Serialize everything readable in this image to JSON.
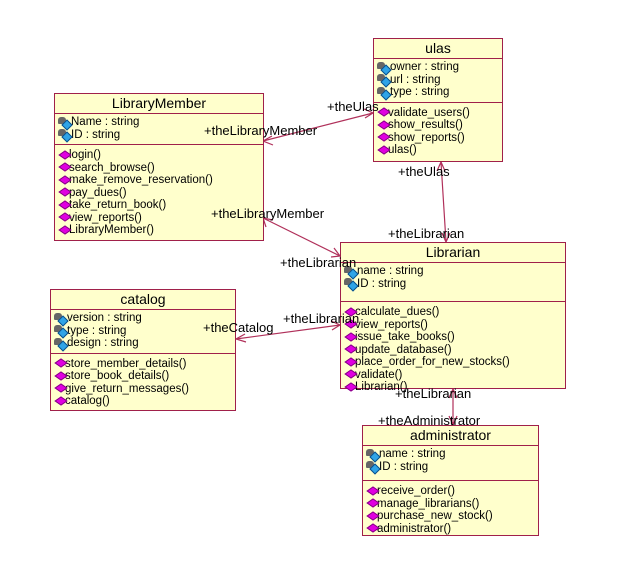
{
  "diagram": {
    "type": "UML class diagram",
    "colors": {
      "class_fill": "#ffffcc",
      "border": "#a0204a",
      "association_line": "#b0305a",
      "operation_icon": "#e000e0",
      "attribute_icon": "#2fa4e7"
    },
    "classes": {
      "ulas": {
        "name": "ulas",
        "attributes": [
          "owner : string",
          "url : string",
          "type : string"
        ],
        "operations": [
          "validate_users()",
          "show_results()",
          "show_reports()",
          "ulas()"
        ]
      },
      "library_member": {
        "name": "LibraryMember",
        "attributes": [
          "Name : string",
          "ID : string"
        ],
        "operations": [
          "login()",
          "search_browse()",
          "make_remove_reservation()",
          "pay_dues()",
          "take_return_book()",
          "view_reports()",
          "LibraryMember()"
        ]
      },
      "librarian": {
        "name": "Librarian",
        "attributes": [
          "name : string",
          "ID : string"
        ],
        "operations": [
          "calculate_dues()",
          "view_reports()",
          "issue_take_books()",
          "update_database()",
          "place_order_for_new_stocks()",
          "validate()",
          "Librarian()"
        ]
      },
      "catalog": {
        "name": "catalog",
        "attributes": [
          "version : string",
          "type : string",
          "design : string"
        ],
        "operations": [
          "store_member_details()",
          "store_book_details()",
          "give_return_messages()",
          "catalog()"
        ]
      },
      "administrator": {
        "name": "administrator",
        "attributes": [
          "name : string",
          "ID : string"
        ],
        "operations": [
          "receive_order()",
          "manage_librarians()",
          "purchase_new_stock()",
          "administrator()"
        ]
      }
    },
    "associations": [
      {
        "from": "LibraryMember",
        "to": "ulas",
        "role_from": "+theLibraryMember",
        "role_to": "+theUlas"
      },
      {
        "from": "ulas",
        "to": "Librarian",
        "role_from": "+theUlas",
        "role_to": "+theLibrarian"
      },
      {
        "from": "LibraryMember",
        "to": "Librarian",
        "role_from": "+theLibraryMember",
        "role_to": "+theLibrarian"
      },
      {
        "from": "catalog",
        "to": "Librarian",
        "role_from": "+theCatalog",
        "role_to": "+theLibrarian"
      },
      {
        "from": "Librarian",
        "to": "administrator",
        "role_from": "+theLibrarian",
        "role_to": "+theAdministrator"
      }
    ]
  }
}
